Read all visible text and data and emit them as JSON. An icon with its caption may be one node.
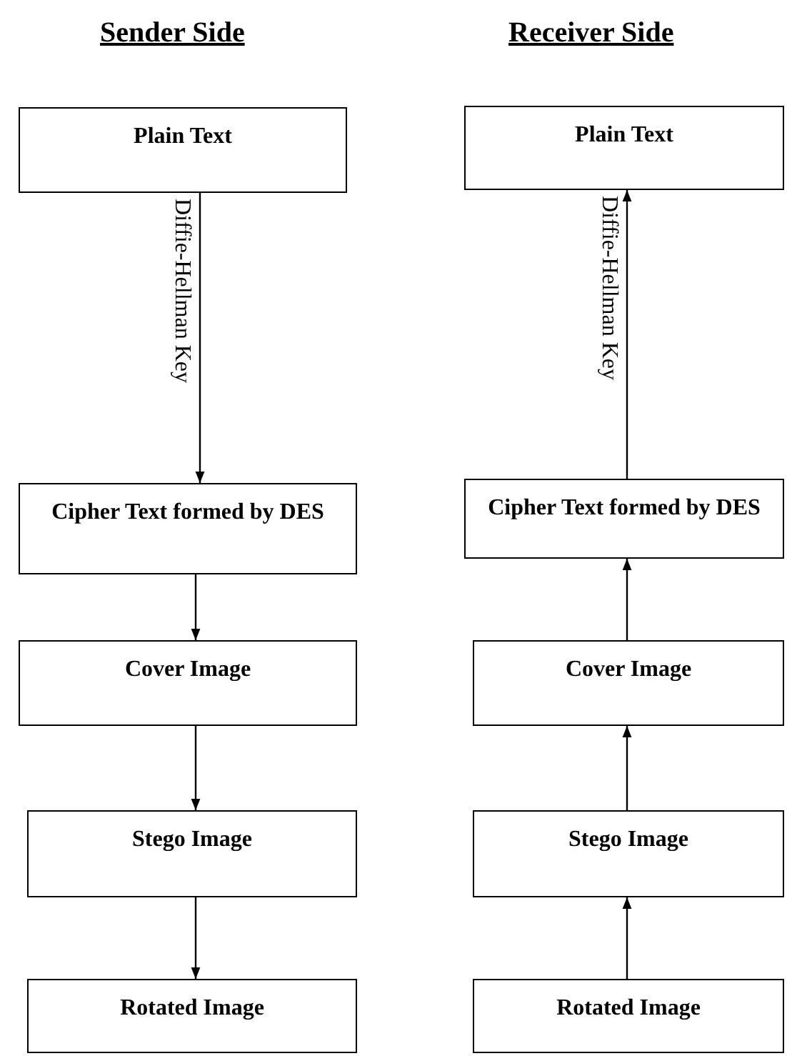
{
  "diagram": {
    "nodes": [
      {
        "text": [
          "Plain Text"
        ]
      },
      {
        "text": [
          "Cipher Text formed by DES"
        ]
      },
      {
        "text": [
          "Cover Image"
        ]
      },
      {
        "text": [
          "Stego Image"
        ]
      },
      {
        "text": [
          "Rotated Image"
        ]
      },
      {
        "text": [
          "Plain Text"
        ]
      },
      {
        "text": [
          "Cipher Text formed by DES"
        ]
      },
      {
        "text": [
          "Cover Image"
        ]
      },
      {
        "text": [
          "Stego Image"
        ]
      },
      {
        "text": [
          "Rotated Image"
        ]
      }
    ],
    "edges": [
      {
        "from": 0,
        "to": 1,
        "arrow": "to",
        "label": "Diffie-Hellman Key"
      },
      {
        "from": 1,
        "to": 2,
        "arrow": "to"
      },
      {
        "from": 2,
        "to": 3,
        "arrow": "to"
      },
      {
        "from": 3,
        "to": 4,
        "arrow": "to"
      },
      {
        "from": 9,
        "to": 8,
        "arrow": "to"
      },
      {
        "from": 8,
        "to": 7,
        "arrow": "to"
      },
      {
        "from": 7,
        "to": 6,
        "arrow": "to"
      },
      {
        "from": 6,
        "to": 5,
        "arrow": "to",
        "label": "Diffie-Hellman Key"
      }
    ],
    "labels": [
      "Sender Side",
      "Receiver Side"
    ]
  }
}
